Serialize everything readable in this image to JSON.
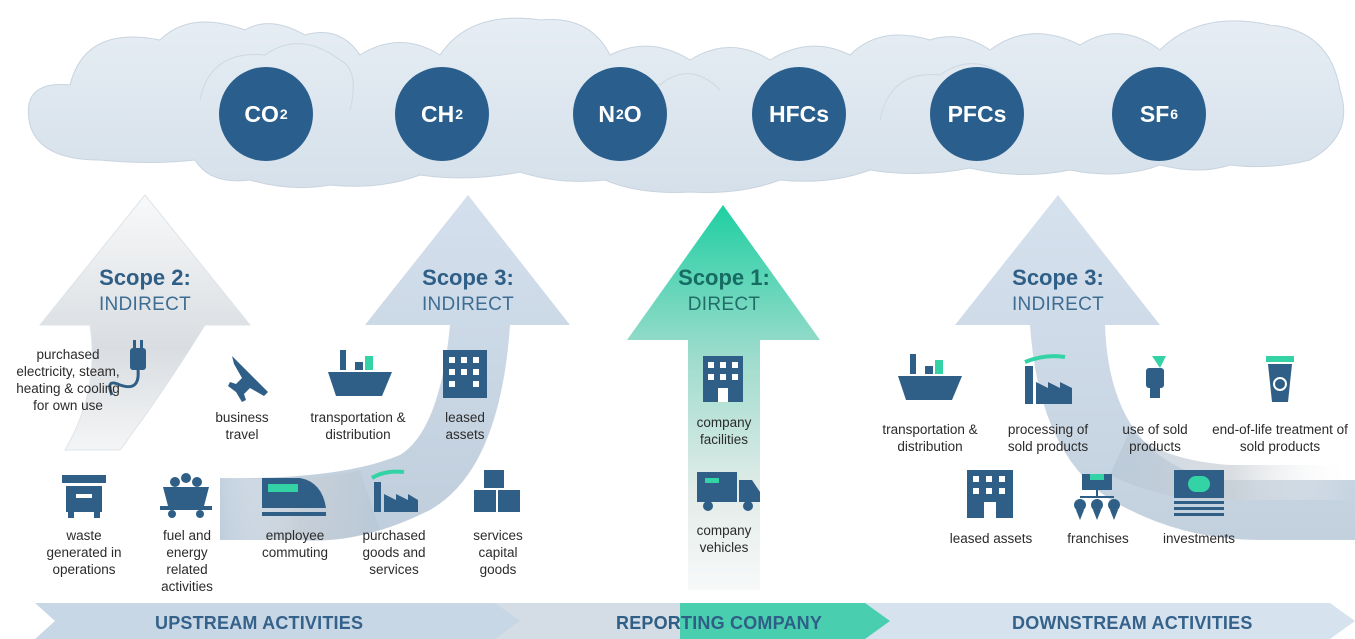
{
  "gases": [
    {
      "base": "CO",
      "sub": "2"
    },
    {
      "base": "CH",
      "sub": "2"
    },
    {
      "base": "N",
      "sub": "2",
      "tail": "O"
    },
    {
      "base": "HFCs",
      "sub": ""
    },
    {
      "base": "PFCs",
      "sub": ""
    },
    {
      "base": "SF",
      "sub": "6"
    }
  ],
  "scopes": {
    "scope2": {
      "title": "Scope 2:",
      "type": "INDIRECT"
    },
    "scope3_up": {
      "title": "Scope 3:",
      "type": "INDIRECT"
    },
    "scope1": {
      "title": "Scope 1:",
      "type": "DIRECT"
    },
    "scope3_down": {
      "title": "Scope 3:",
      "type": "INDIRECT"
    }
  },
  "labels": {
    "purchased_electricity": "purchased electricity, steam, heating & cooling for own use",
    "business_travel": "business travel",
    "transportation_up": "transportation & distribution",
    "leased_assets_up": "leased assets",
    "waste": "waste generated in operations",
    "fuel_energy": "fuel and energy related activities",
    "employee_commuting": "employee commuting",
    "purchased_goods": "purchased goods and services",
    "capital_goods": "services capital goods",
    "company_facilities": "company facilities",
    "company_vehicles": "company vehicles",
    "transportation_down": "transportation & distribution",
    "processing": "processing of sold products",
    "use_sold": "use of sold products",
    "end_of_life": "end-of-life treatment of sold products",
    "leased_assets_down": "leased assets",
    "franchises": "franchises",
    "investments": "investments"
  },
  "bands": {
    "upstream": "UPSTREAM ACTIVITIES",
    "reporting": "REPORTING COMPANY",
    "downstream": "DOWNSTREAM ACTIVITIES"
  },
  "colors": {
    "gas_circle": "#2a5f8d",
    "cloud": "#dce6f0",
    "arrow_light": "#c9d8e6",
    "arrow_teal": "#23c9a3",
    "icon": "#2f5f86",
    "icon_accent": "#33d3a6"
  }
}
